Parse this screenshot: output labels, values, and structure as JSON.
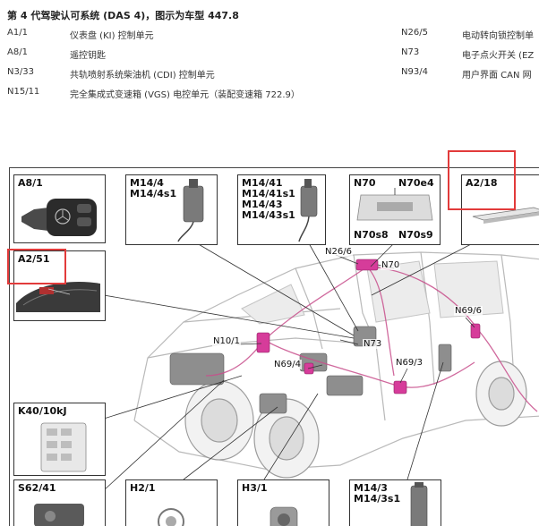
{
  "header": {
    "title": "第 4 代驾驶认可系统 (DAS 4)，图示为车型 447.8"
  },
  "legend_left": [
    {
      "code": "A1/1",
      "desc": "仪表盘 (KI) 控制单元"
    },
    {
      "code": "A8/1",
      "desc": "遥控钥匙"
    },
    {
      "code": "N3/33",
      "desc": "共轨喷射系统柴油机 (CDI) 控制单元"
    },
    {
      "code": "N15/11",
      "desc": "完全集成式变速箱 (VGS) 电控单元（装配变速箱 722.9）"
    }
  ],
  "legend_right": [
    {
      "code": "N26/5",
      "desc": "电动转向锁控制单"
    },
    {
      "code": "N73",
      "desc": "电子点火开关 (EZ"
    },
    {
      "code": "N93/4",
      "desc": "用户界面 CAN 网"
    }
  ],
  "boxes": {
    "a8_1": "A8/1",
    "m14_4": "M14/4\nM14/4s1",
    "m14_41": "M14/41\nM14/41s1\nM14/43\nM14/43s1",
    "n70": "N70",
    "n70e4": "N70e4",
    "n70s8": "N70s8",
    "n70s9": "N70s9",
    "a2_18": "A2/18",
    "a2_51": "A2/51",
    "k40": "K40/10kJ",
    "s62": "S62/41",
    "h2": "H2/1",
    "h3": "H3/1",
    "m14_3": "M14/3\nM14/3s1"
  },
  "callouts": {
    "n26_6": "N26/6",
    "n70": "N70",
    "n69_6": "N69/6",
    "n10_1": "N10/1",
    "n73": "N73",
    "n69_4": "N69/4",
    "n69_3": "N69/3"
  },
  "colors": {
    "highlight": "#e23b3b",
    "component": "#d63c9a",
    "harness": "#c84f8c",
    "leader": "#333333"
  }
}
